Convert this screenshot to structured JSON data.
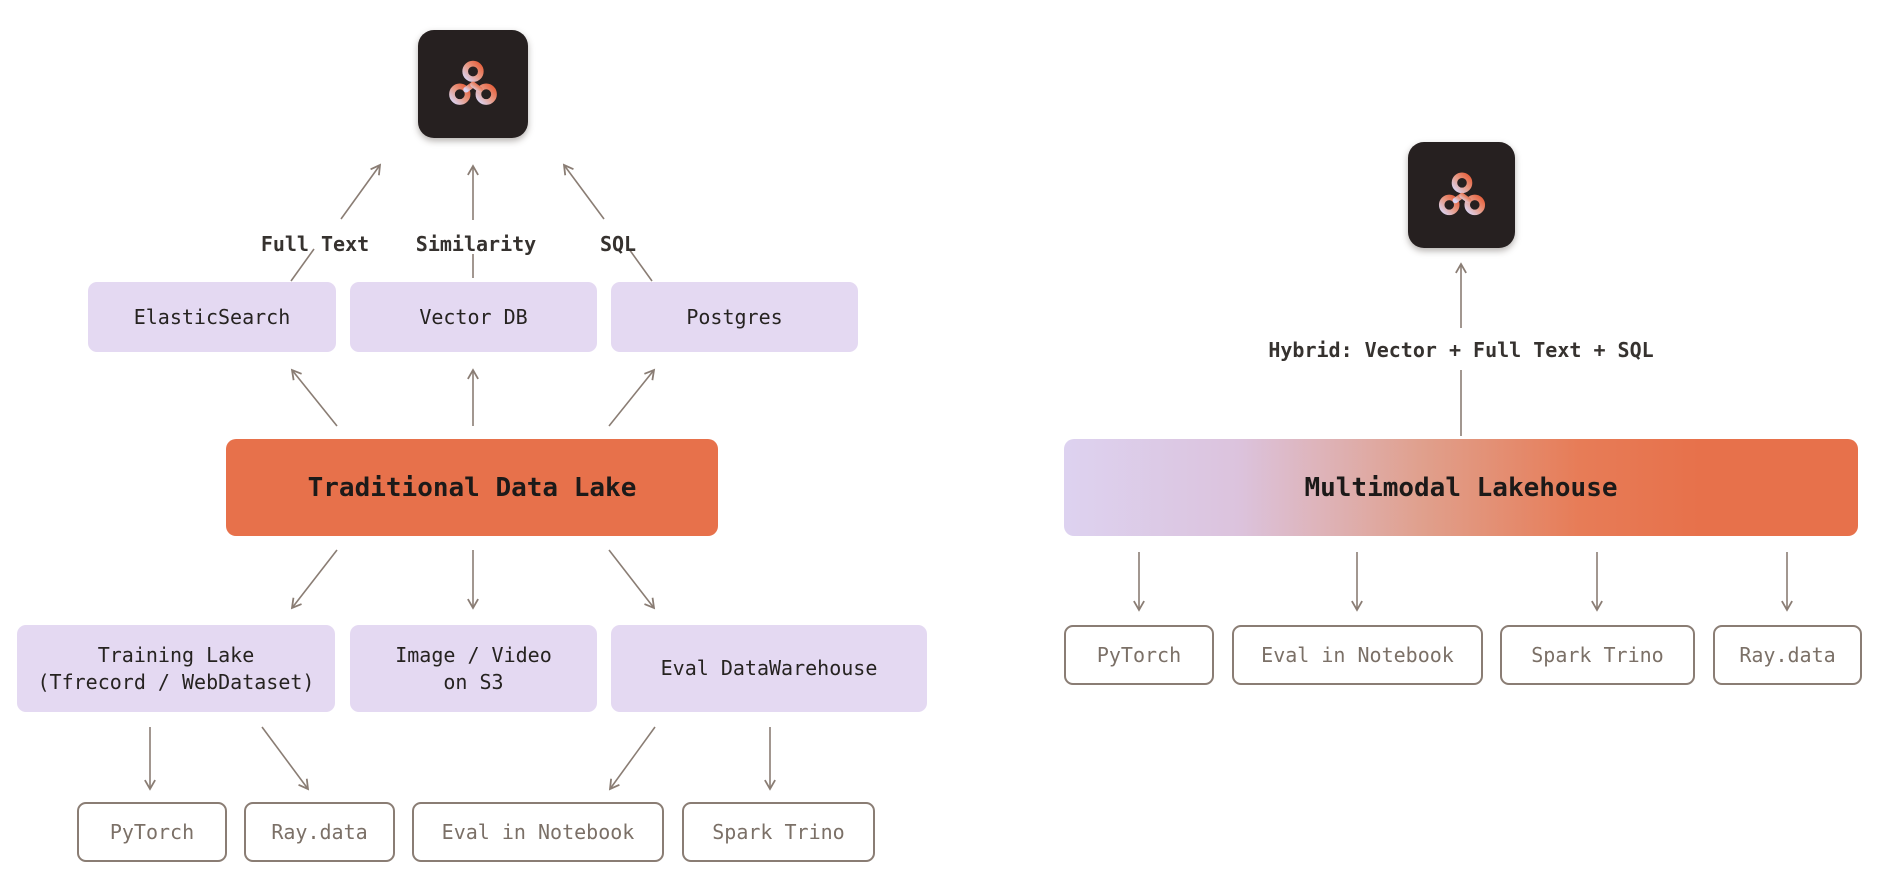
{
  "left": {
    "title": "Traditional Data Lake",
    "query_labels": [
      "Full Text",
      "Similarity",
      "SQL"
    ],
    "engines": [
      "ElasticSearch",
      "Vector DB",
      "Postgres"
    ],
    "stores": [
      [
        "Training Lake",
        "(Tfrecord / WebDataset)"
      ],
      [
        "Image / Video",
        "on S3"
      ],
      [
        "Eval DataWarehouse"
      ]
    ],
    "consumers": [
      "PyTorch",
      "Ray.data",
      "Eval in Notebook",
      "Spark Trino"
    ]
  },
  "right": {
    "title": "Multimodal Lakehouse",
    "query_label": "Hybrid: Vector + Full Text + SQL",
    "consumers": [
      "PyTorch",
      "Eval in Notebook",
      "Spark Trino",
      "Ray.data"
    ]
  },
  "icons": {
    "logo": "lancedb-molecule-logo"
  },
  "colors": {
    "accent_orange": "#e7714b",
    "accent_purple": "#e4d9f2",
    "arrow_line": "#8a7d74",
    "icon_background": "#262020",
    "consumer_text": "#7b7067"
  }
}
